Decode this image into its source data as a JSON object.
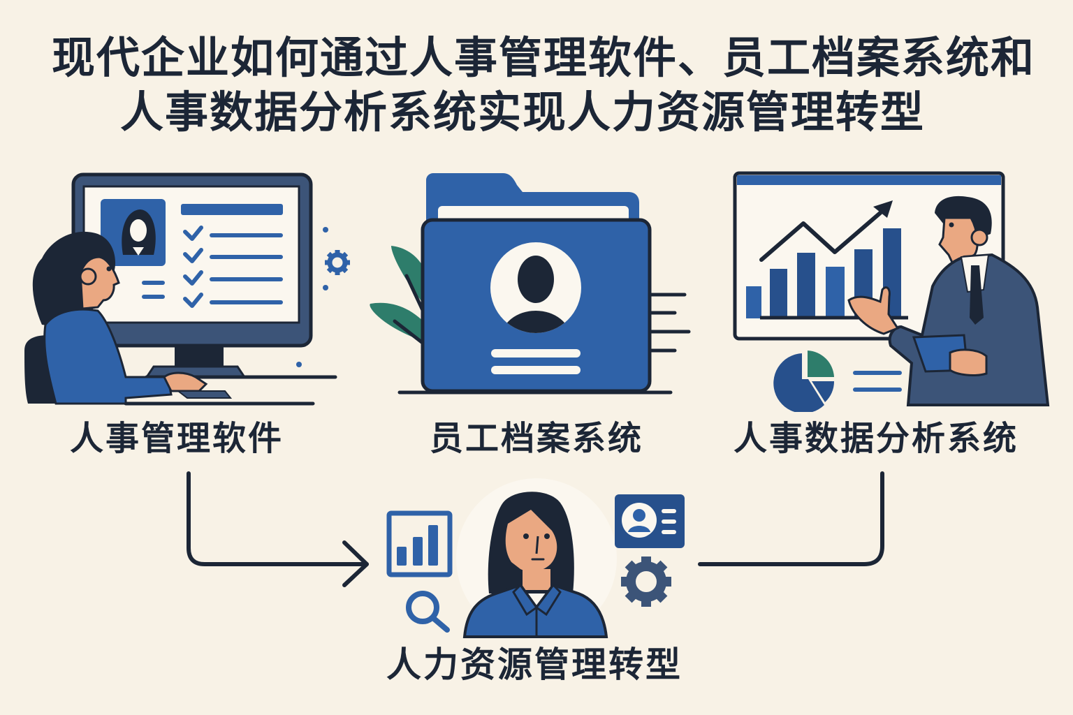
{
  "title": {
    "line1": "现代企业如何通过人事管理软件、员工档案系统和",
    "line2": "人事数据分析系统实现人力资源管理转型"
  },
  "nodes": [
    {
      "id": "hr-software",
      "label": "人事管理软件",
      "icon": "woman-at-computer-checklist-illustration"
    },
    {
      "id": "employee-records",
      "label": "员工档案系统",
      "icon": "profile-folder-illustration"
    },
    {
      "id": "hr-analytics",
      "label": "人事数据分析系统",
      "icon": "presenter-bar-chart-illustration"
    }
  ],
  "result": {
    "label": "人力资源管理转型",
    "icon": "woman-with-hr-icons-illustration"
  },
  "connectors": [
    {
      "from": "hr-software",
      "to": "result",
      "style": "elbow-arrow"
    },
    {
      "from": "hr-analytics",
      "to": "result",
      "style": "elbow-line"
    }
  ],
  "colors": {
    "background": "#f8f2e6",
    "navy": "#1c2636",
    "primary_blue": "#2f62a8",
    "dark_blue": "#27508c",
    "slate": "#3c5478",
    "green": "#2e7d6b",
    "skin": "#eaa882",
    "paper": "#fbf7ef"
  }
}
